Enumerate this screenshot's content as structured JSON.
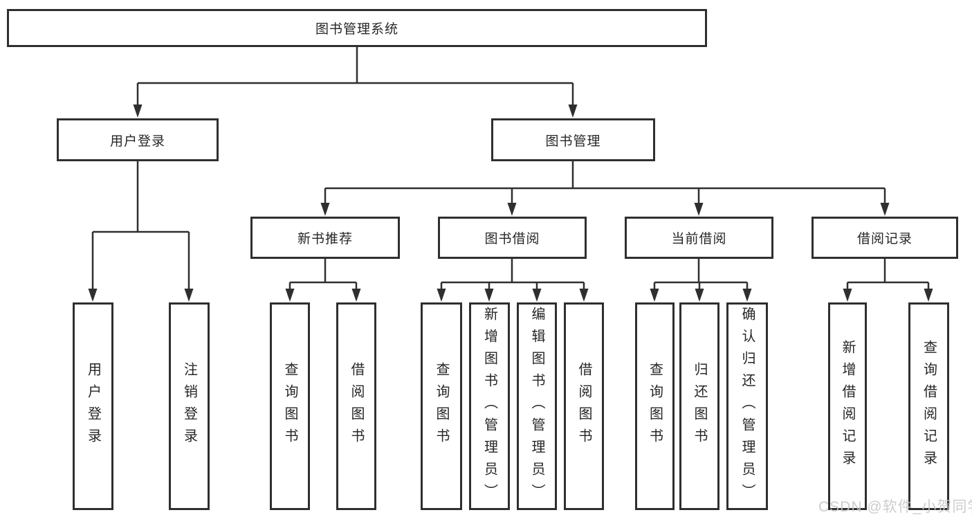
{
  "diagram": {
    "title": "图书管理系统",
    "colors": {
      "line": "#2f2f2f",
      "text": "#262626",
      "box_background": "#ffffff",
      "page_background": "#ffffff",
      "watermark": "#c9c6c8"
    },
    "level2": {
      "user_login": "用户登录",
      "book_management": "图书管理"
    },
    "level3": {
      "new_book_recommend": "新书推荐",
      "book_borrow": "图书借阅",
      "current_borrow": "当前借阅",
      "borrow_records": "借阅记录"
    },
    "leaves": {
      "login": [
        "用户登录",
        "注销登录"
      ],
      "recommend": [
        "查询图书",
        "借阅图书"
      ],
      "borrow": [
        "查询图书",
        "新增图书（管理员）",
        "编辑图书（管理员）",
        "借阅图书"
      ],
      "current": [
        "查询图书",
        "归还图书",
        "确认归还（管理员）"
      ],
      "records": [
        "新增借阅记录",
        "查询借阅记录"
      ]
    }
  },
  "watermark": {
    "text": "CSDN @软件_小贺同学"
  }
}
